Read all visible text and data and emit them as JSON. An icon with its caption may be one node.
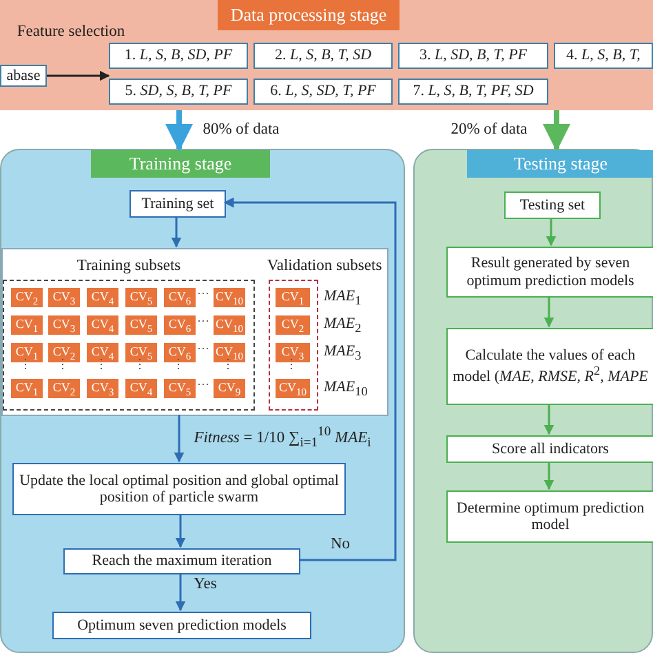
{
  "diagram": {
    "nodes": [
      {
        "text": [
          "Data processing stage"
        ]
      },
      {
        "text": [
          "abase"
        ],
        "in": 0
      },
      {
        "text": [
          "1. *L, S, B, SD, PF*"
        ],
        "in": 0
      },
      {
        "text": [
          "2. *L, S, B, T, SD*"
        ],
        "in": 0
      },
      {
        "text": [
          "3. *L, SD, B, T,  PF*"
        ],
        "in": 0
      },
      {
        "text": [
          "4. *L, S, B, T,*"
        ],
        "in": 0
      },
      {
        "text": [
          "5. *SD, S, B, T, PF*"
        ],
        "in": 0
      },
      {
        "text": [
          "6. *L, S, SD, T, PF*"
        ],
        "in": 0
      },
      {
        "text": [
          "7. *L, S, B, T, PF, SD*"
        ],
        "in": 0
      },
      {
        "text": [
          "Training stage"
        ]
      },
      {
        "text": [
          "Training set"
        ],
        "in": 9
      },
      {
        "text": [],
        "shape": "box",
        "in": 9
      },
      {
        "text": [
          "Training subsets"
        ],
        "in": 11
      },
      {
        "text": [
          "CV$_{2}$"
        ],
        "in": 12
      },
      {
        "text": [
          "CV$_{3}$"
        ],
        "in": 12
      },
      {
        "text": [
          "CV$_{4}$"
        ],
        "in": 12
      },
      {
        "text": [
          "CV$_{5}$"
        ],
        "in": 12
      },
      {
        "text": [
          "CV$_{6}$"
        ],
        "in": 12
      },
      {
        "text": [
          "CV$_{10}$"
        ],
        "in": 12
      },
      {
        "text": [
          "CV$_{1}$"
        ],
        "in": 12
      },
      {
        "text": [
          "CV$_{3}$"
        ],
        "in": 12
      },
      {
        "text": [
          "CV$_{4}$"
        ],
        "in": 12
      },
      {
        "text": [
          "CV$_{5}$"
        ],
        "in": 12
      },
      {
        "text": [
          "CV$_{6}$"
        ],
        "in": 12
      },
      {
        "text": [
          "CV$_{10}$"
        ],
        "in": 12
      },
      {
        "text": [
          "CV$_{1}$"
        ],
        "in": 12
      },
      {
        "text": [
          "CV$_{2}$"
        ],
        "in": 12
      },
      {
        "text": [
          "CV$_{4}$"
        ],
        "in": 12
      },
      {
        "text": [
          "CV$_{5}$"
        ],
        "in": 12
      },
      {
        "text": [
          "CV$_{6}$"
        ],
        "in": 12
      },
      {
        "text": [
          "CV$_{10}$"
        ],
        "in": 12
      },
      {
        "text": [
          "CV$_{1}$"
        ],
        "in": 12
      },
      {
        "text": [
          "CV$_{2}$"
        ],
        "in": 12
      },
      {
        "text": [
          "CV$_{3}$"
        ],
        "in": 12
      },
      {
        "text": [
          "CV$_{4}$"
        ],
        "in": 12
      },
      {
        "text": [
          "CV$_{5}$"
        ],
        "in": 12
      },
      {
        "text": [
          "CV$_{9}$"
        ],
        "in": 12
      },
      {
        "text": [
          "Validation subsets"
        ],
        "in": 11
      },
      {
        "text": [
          "CV$_{1}$"
        ],
        "in": 37,
        "beside": [
          "*MAE*$_{1}$"
        ]
      },
      {
        "text": [
          "CV$_{2}$"
        ],
        "in": 37,
        "beside": [
          "*MAE*$_{2}$"
        ]
      },
      {
        "text": [
          "CV$_{3}$"
        ],
        "in": 37,
        "beside": [
          "*MAE*$_{3}$"
        ]
      },
      {
        "text": [
          "CV$_{10}$"
        ],
        "in": 37,
        "beside": [
          "*MAE*$_{10}$"
        ]
      },
      {
        "text": [
          "Update the local optimal position and global optimal position of particle swarm"
        ],
        "in": 9
      },
      {
        "text": [
          "Reach the maximum iteration"
        ],
        "in": 9
      },
      {
        "text": [
          "Optimum seven prediction models"
        ],
        "in": 9
      },
      {
        "text": [
          "Testing stage"
        ]
      },
      {
        "text": [
          "Testing set"
        ],
        "in": 45
      },
      {
        "text": [
          "Result generated by seven optimum prediction models"
        ],
        "in": 45
      },
      {
        "text": [
          "Calculate the values of each model (*MAE*, *RMSE*, *R*$^{2}$, *MAPE*"
        ],
        "in": 45
      },
      {
        "text": [
          "Score all indicators"
        ],
        "in": 45
      },
      {
        "text": [
          "Determine optimum prediction model"
        ],
        "in": 45
      }
    ],
    "edges": [
      {
        "from": 1,
        "to": 2,
        "arrow": "to",
        "label": "Feature selection",
        "color": "#222222"
      },
      {
        "from": 0,
        "to": 9,
        "arrow": "to",
        "label": "80% of data",
        "style": "thick",
        "color": "#3ba3dc"
      },
      {
        "from": 0,
        "to": 45,
        "arrow": "to",
        "label": "20% of data",
        "style": "thick",
        "color": "#5cb85c"
      },
      {
        "from": 10,
        "to": 11,
        "arrow": "to"
      },
      {
        "from": 11,
        "to": 42,
        "arrow": "to",
        "label": "*Fitness* = 1/10 ∑$_{i=1}$$^{10}$ *MAE*$_{i}$"
      },
      {
        "from": 42,
        "to": 43,
        "arrow": "to"
      },
      {
        "from": 43,
        "to": 44,
        "arrow": "to",
        "label": "Yes"
      },
      {
        "from": 43,
        "to": 10,
        "arrow": "to",
        "label": "No"
      },
      {
        "from": 46,
        "to": 47,
        "arrow": "to",
        "color": "#4caf50"
      },
      {
        "from": 47,
        "to": 48,
        "arrow": "to",
        "color": "#4caf50"
      },
      {
        "from": 48,
        "to": 49,
        "arrow": "to",
        "color": "#4caf50"
      },
      {
        "from": 49,
        "to": 50,
        "arrow": "to",
        "color": "#4caf50"
      }
    ],
    "labels": [
      "···",
      "···",
      "···",
      "···",
      "⋮",
      "⋮",
      "⋮",
      "⋮",
      "⋮",
      "⋮",
      "⋮"
    ]
  }
}
